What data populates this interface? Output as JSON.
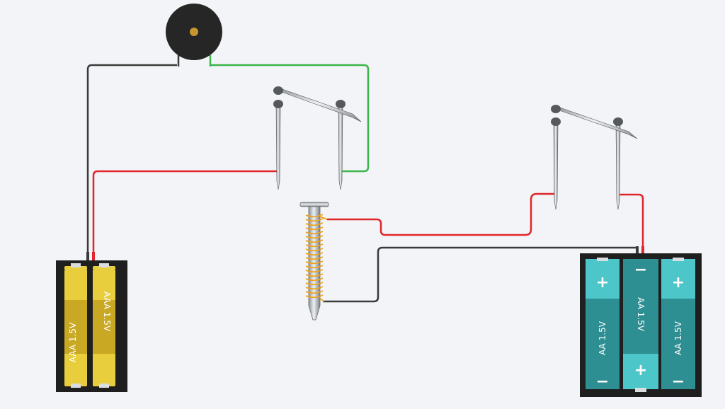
{
  "colors": {
    "background": "#f2f4f7",
    "wire_black": "#3a3a3a",
    "wire_red": "#e0262a",
    "wire_green": "#3cb54a",
    "coil": "#f0a31c",
    "aaa_cell": "#e8cd3c",
    "aaa_cell_dark": "#c9a824",
    "aa_cell_light": "#4cc6c8",
    "aa_cell_dark": "#2e8f93",
    "holder": "#1f1f1f"
  },
  "icons": {
    "buzzer": "piezo-buzzer-icon",
    "electromagnet": "nail-coil-icon",
    "switch": "nail-contact-switch-icon"
  },
  "battery_left": {
    "cells": [
      {
        "label": "AAA 1.5V"
      },
      {
        "label": "AAA 1.5V"
      }
    ]
  },
  "battery_right": {
    "cells": [
      {
        "label": "AA 1.5V",
        "top_sign": "+",
        "bottom_sign": "−"
      },
      {
        "label": "AA 1.5V",
        "top_sign": "−",
        "bottom_sign": "+"
      },
      {
        "label": "AA 1.5V",
        "top_sign": "+",
        "bottom_sign": "−"
      }
    ]
  }
}
